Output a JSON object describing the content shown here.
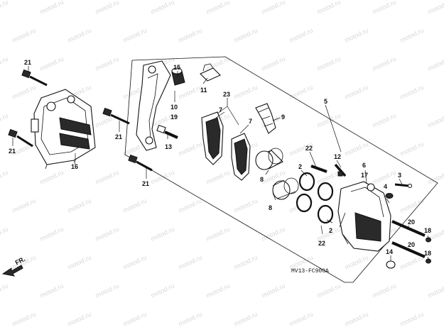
{
  "watermark": "motod.ru",
  "diagram_code": "MV13-FC900A",
  "direction_label": "FR.",
  "callouts": [
    {
      "id": "c21a",
      "text": "21"
    },
    {
      "id": "c21b",
      "text": "21"
    },
    {
      "id": "c21c",
      "text": "21"
    },
    {
      "id": "c21d",
      "text": "21"
    },
    {
      "id": "c16",
      "text": "16"
    },
    {
      "id": "c15",
      "text": "15"
    },
    {
      "id": "c11",
      "text": "11"
    },
    {
      "id": "c10",
      "text": "10"
    },
    {
      "id": "c19",
      "text": "19"
    },
    {
      "id": "c13",
      "text": "13"
    },
    {
      "id": "c23",
      "text": "23"
    },
    {
      "id": "c7a",
      "text": "7"
    },
    {
      "id": "c7b",
      "text": "7"
    },
    {
      "id": "c9",
      "text": "9"
    },
    {
      "id": "c5",
      "text": "5"
    },
    {
      "id": "c22a",
      "text": "22"
    },
    {
      "id": "c22b",
      "text": "22"
    },
    {
      "id": "c12",
      "text": "12"
    },
    {
      "id": "c2a",
      "text": "2"
    },
    {
      "id": "c2b",
      "text": "2"
    },
    {
      "id": "c8a",
      "text": "8"
    },
    {
      "id": "c8b",
      "text": "8"
    },
    {
      "id": "c6",
      "text": "6"
    },
    {
      "id": "c17",
      "text": "17"
    },
    {
      "id": "c3",
      "text": "3"
    },
    {
      "id": "c4",
      "text": "4"
    },
    {
      "id": "c20a",
      "text": "20"
    },
    {
      "id": "c20b",
      "text": "20"
    },
    {
      "id": "c18a",
      "text": "18"
    },
    {
      "id": "c18b",
      "text": "18"
    },
    {
      "id": "c14",
      "text": "14"
    }
  ]
}
